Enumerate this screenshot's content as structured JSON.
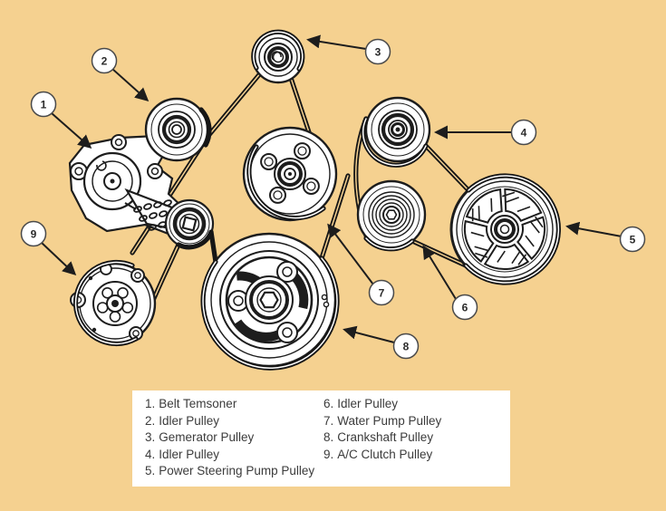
{
  "diagram": {
    "kind": "serpentine-belt-routing-diagram",
    "background_color": "#F5D190",
    "ink_color": "#1d1d1d",
    "belt_color": "#161616",
    "callout_fill": "#ffffff"
  },
  "callouts": [
    {
      "number": "1",
      "target": "belt-tensioner"
    },
    {
      "number": "2",
      "target": "idler-pulley"
    },
    {
      "number": "3",
      "target": "generator-pulley"
    },
    {
      "number": "4",
      "target": "idler-pulley"
    },
    {
      "number": "5",
      "target": "power-steering-pump-pulley"
    },
    {
      "number": "6",
      "target": "idler-pulley"
    },
    {
      "number": "7",
      "target": "water-pump-pulley"
    },
    {
      "number": "8",
      "target": "crankshaft-pulley"
    },
    {
      "number": "9",
      "target": "ac-clutch-pulley"
    }
  ],
  "legend": {
    "left": [
      {
        "num": "1.",
        "label": "Belt Temsoner"
      },
      {
        "num": "2.",
        "label": "Idler Pulley"
      },
      {
        "num": "3.",
        "label": "Gemerator Pulley"
      },
      {
        "num": "4.",
        "label": "Idler Pulley"
      },
      {
        "num": "5.",
        "label": "Power Steering Pump Pulley"
      }
    ],
    "right": [
      {
        "num": "6.",
        "label": "Idler Pulley"
      },
      {
        "num": "7.",
        "label": "Water Pump Pulley"
      },
      {
        "num": "8.",
        "label": "Crankshaft Pulley"
      },
      {
        "num": "9.",
        "label": "A/C Clutch Pulley"
      }
    ]
  }
}
